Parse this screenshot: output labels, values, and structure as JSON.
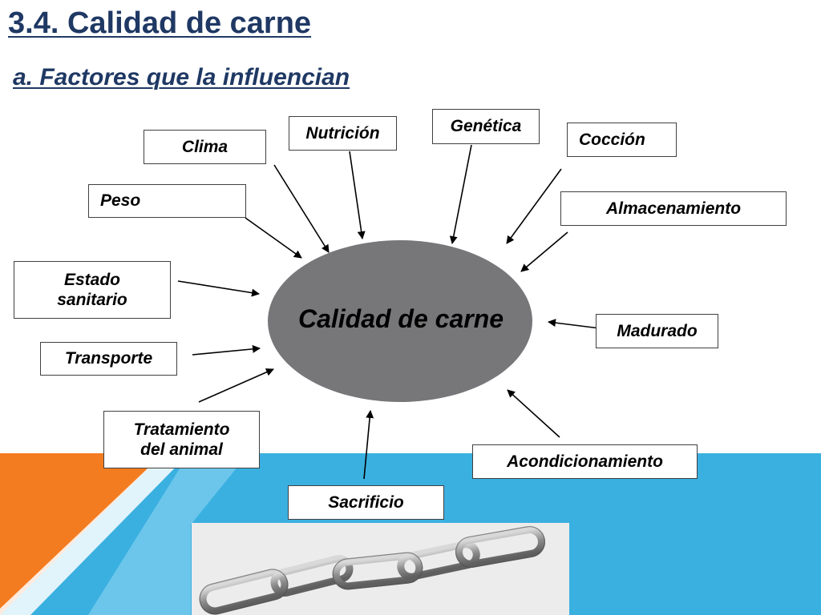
{
  "slide": {
    "title": "3.4. Calidad de carne",
    "subtitle": "a. Factores que la influencian"
  },
  "diagram": {
    "center": "Calidad de carne",
    "factors": {
      "clima": "Clima",
      "nutricion": "Nutrición",
      "genetica": "Genética",
      "coccion": "Cocción",
      "peso": "Peso",
      "almacenamiento": "Almacenamiento",
      "estado_sanitario_1": "Estado",
      "estado_sanitario_2": "sanitario",
      "madurado": "Madurado",
      "transporte": "Transporte",
      "tratamiento_1": "Tratamiento",
      "tratamiento_2": "del animal",
      "acondicionamiento": "Acondicionamiento",
      "sacrificio": "Sacrificio"
    }
  },
  "colors": {
    "title": "#1f3864",
    "ellipse": "#77777a",
    "accent_orange": "#f47c20",
    "accent_blue": "#3ab0e0"
  }
}
